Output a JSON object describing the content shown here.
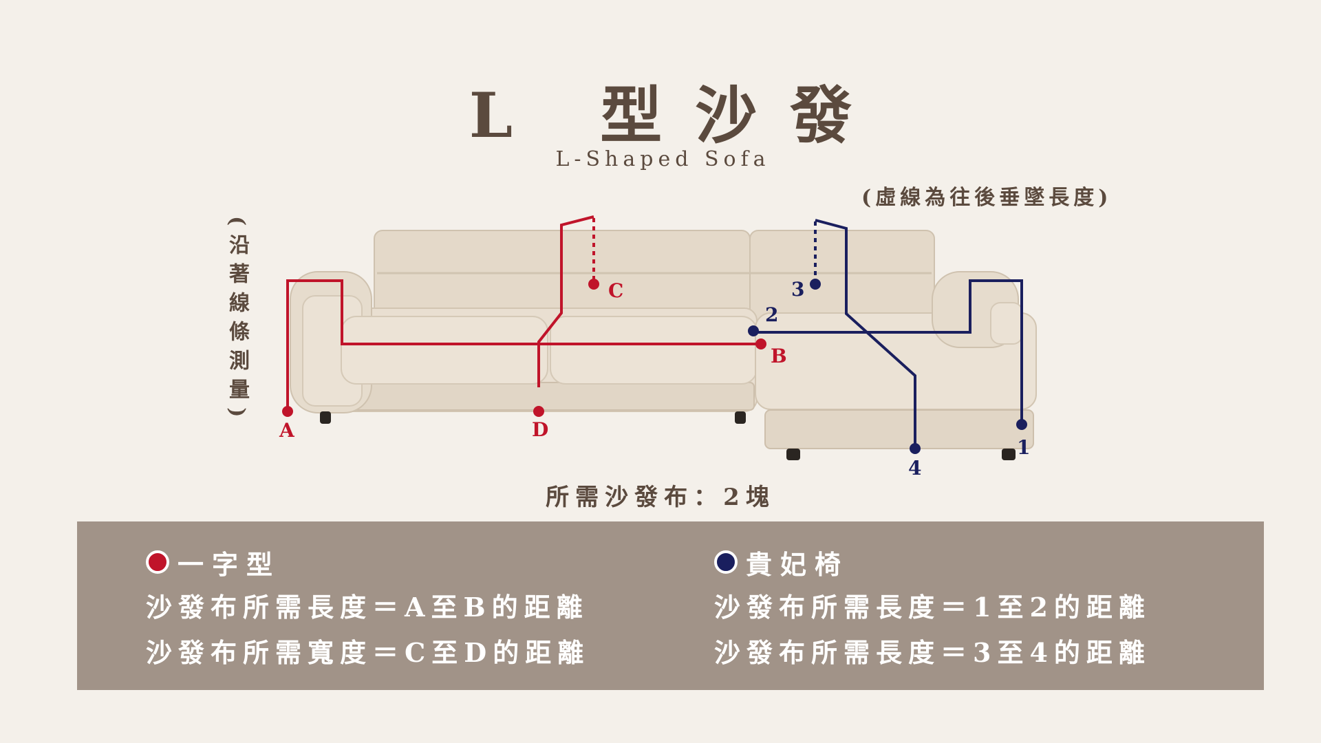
{
  "header": {
    "title": "L 型沙發",
    "subtitle": "L-Shaped Sofa",
    "dashed_note": "(虛線為往後垂墜長度)",
    "side_note": "(沿著線條測量)"
  },
  "diagram": {
    "labels": {
      "A": "A",
      "B": "B",
      "C": "C",
      "D": "D",
      "p1": "1",
      "p2": "2",
      "p3": "3",
      "p4": "4"
    },
    "colors": {
      "red": "#c0142a",
      "navy": "#1a1f5e",
      "sofa": "#e6dccd"
    }
  },
  "required_fabric": "所需沙發布：2塊",
  "legend": {
    "straight": {
      "title": "一字型",
      "length_line": "沙發布所需長度＝A至B的距離",
      "width_line": "沙發布所需寬度＝C至D的距離"
    },
    "chaise": {
      "title": "貴妃椅",
      "length_line_1": "沙發布所需長度＝1至2的距離",
      "length_line_2": "沙發布所需長度＝3至4的距離"
    }
  }
}
